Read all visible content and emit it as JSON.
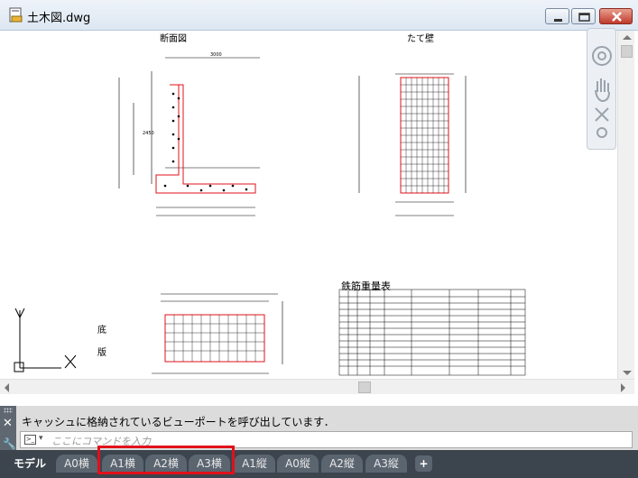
{
  "window": {
    "title": "土木図.dwg"
  },
  "drawing": {
    "labels": {
      "danmen": "断面図",
      "tatekabe": "たて壁",
      "table_title": "鉄筋重量表"
    },
    "ucs": {
      "x_label": "X",
      "y_label": "Y"
    }
  },
  "command": {
    "history_text": "キャッシュに格納されているビューポートを呼び出しています．",
    "placeholder": "ここにコマンドを入力"
  },
  "tabs": [
    {
      "label": "モデル",
      "active": true
    },
    {
      "label": "A0横"
    },
    {
      "label": "A1横"
    },
    {
      "label": "A2横"
    },
    {
      "label": "A3横"
    },
    {
      "label": "A1縦"
    },
    {
      "label": "A0縦"
    },
    {
      "label": "A2縦"
    },
    {
      "label": "A3縦"
    }
  ],
  "add_tab_label": "+",
  "colors": {
    "accent_highlight": "#e0101a",
    "tab_bar": "#3c444d",
    "rebar_red": "#e0101a"
  }
}
